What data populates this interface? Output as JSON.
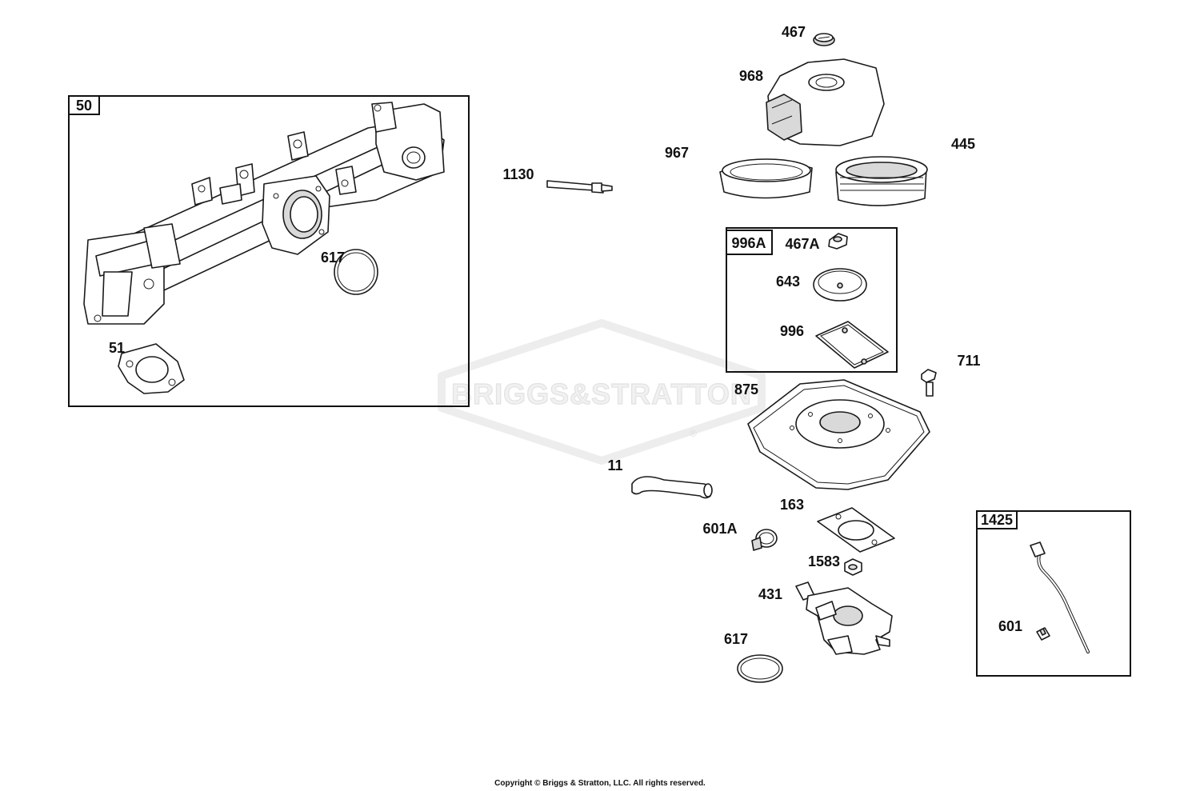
{
  "watermark": {
    "brand": "BRIGGS&STRATTON",
    "registered": "®"
  },
  "copyright": "Copyright © Briggs & Stratton, LLC. All rights reserved.",
  "groups": [
    {
      "id": "50",
      "label": "50"
    },
    {
      "id": "996A",
      "label": "996A"
    },
    {
      "id": "1425",
      "label": "1425"
    }
  ],
  "callouts": [
    {
      "id": "c467",
      "label": "467"
    },
    {
      "id": "c968",
      "label": "968"
    },
    {
      "id": "c967",
      "label": "967"
    },
    {
      "id": "c445",
      "label": "445"
    },
    {
      "id": "c1130",
      "label": "1130"
    },
    {
      "id": "c617a",
      "label": "617"
    },
    {
      "id": "c51",
      "label": "51"
    },
    {
      "id": "c467A",
      "label": "467A"
    },
    {
      "id": "c643",
      "label": "643"
    },
    {
      "id": "c996",
      "label": "996"
    },
    {
      "id": "c711",
      "label": "711"
    },
    {
      "id": "c875",
      "label": "875"
    },
    {
      "id": "c11",
      "label": "11"
    },
    {
      "id": "c163",
      "label": "163"
    },
    {
      "id": "c601A",
      "label": "601A"
    },
    {
      "id": "c1583",
      "label": "1583"
    },
    {
      "id": "c431",
      "label": "431"
    },
    {
      "id": "c617b",
      "label": "617"
    },
    {
      "id": "c601",
      "label": "601"
    }
  ]
}
